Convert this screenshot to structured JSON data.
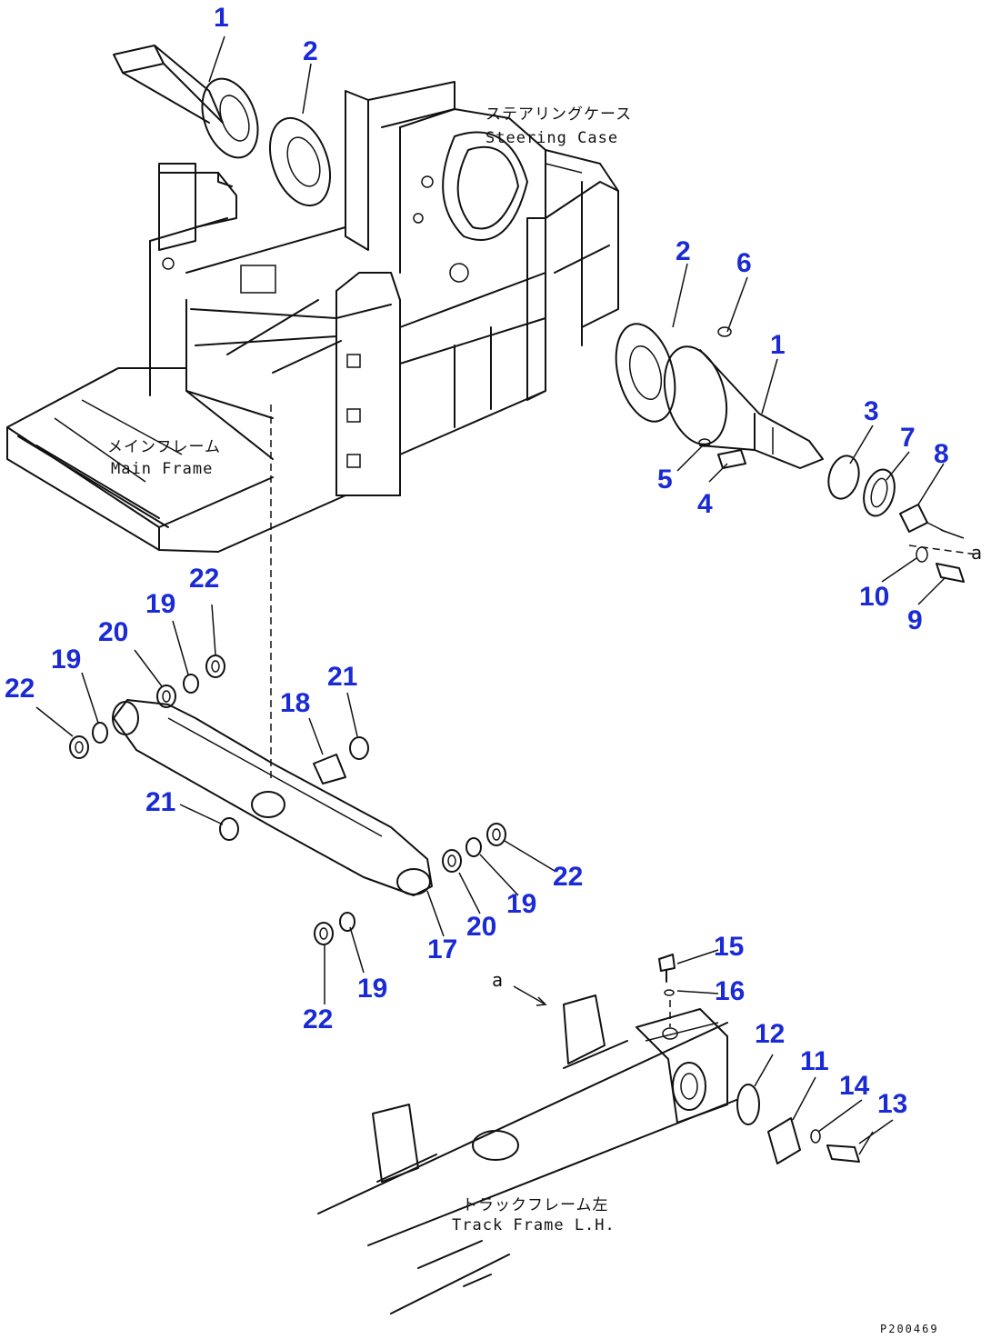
{
  "labels": {
    "steering_case_ja": "ステアリングケース",
    "steering_case_en": "Steering Case",
    "main_frame_ja": "メインフレーム",
    "main_frame_en": "Main Frame",
    "track_frame_ja": "トラックフレーム左",
    "track_frame_en": "Track Frame L.H.",
    "marker_a_upper": "a",
    "marker_a_lower": "a",
    "drawing_code": "P200469"
  },
  "callouts": [
    "1",
    "2",
    "2",
    "6",
    "1",
    "3",
    "7",
    "8",
    "5",
    "4",
    "10",
    "9",
    "22",
    "19",
    "20",
    "19",
    "22",
    "21",
    "18",
    "21",
    "22",
    "19",
    "20",
    "17",
    "19",
    "22",
    "15",
    "16",
    "12",
    "11",
    "14",
    "13"
  ]
}
